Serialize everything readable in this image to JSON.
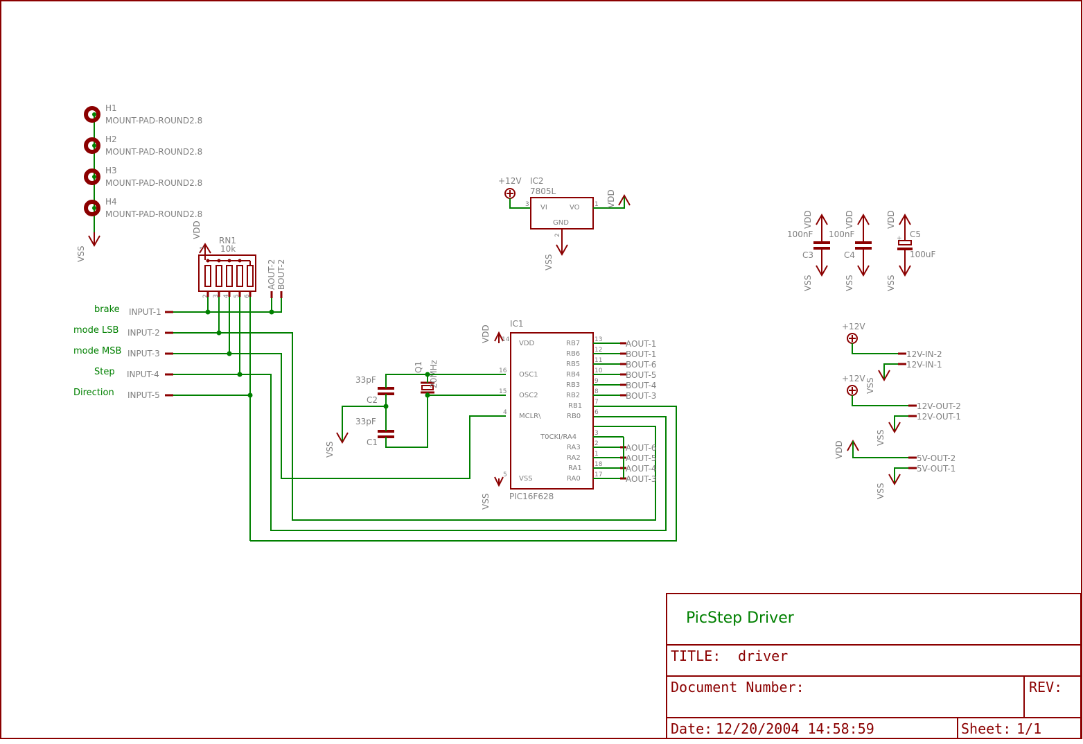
{
  "title_block": {
    "project": "PicStep Driver",
    "title_label": "TITLE:",
    "title_value": "driver",
    "doc_label": "Document Number:",
    "rev_label": "REV:",
    "date_label": "Date:",
    "date_value": "12/20/2004 14:58:59",
    "sheet_label": "Sheet:",
    "sheet_value": "1/1"
  },
  "mount_pads": [
    {
      "ref": "H1",
      "value": "MOUNT-PAD-ROUND2.8"
    },
    {
      "ref": "H2",
      "value": "MOUNT-PAD-ROUND2.8"
    },
    {
      "ref": "H3",
      "value": "MOUNT-PAD-ROUND2.8"
    },
    {
      "ref": "H4",
      "value": "MOUNT-PAD-ROUND2.8"
    }
  ],
  "supplies": {
    "vdd": "VDD",
    "vss": "VSS",
    "v12": "+12V"
  },
  "rn1": {
    "ref": "RN1",
    "value": "10k",
    "pins": [
      "1",
      "2",
      "3",
      "4",
      "5",
      "6"
    ],
    "aout2": "AOUT-2",
    "bout2": "BOUT-2"
  },
  "inputs": [
    {
      "name": "INPUT-1",
      "net": "brake"
    },
    {
      "name": "INPUT-2",
      "net": "mode LSB"
    },
    {
      "name": "INPUT-3",
      "net": "mode MSB"
    },
    {
      "name": "INPUT-4",
      "net": "Step"
    },
    {
      "name": "INPUT-5",
      "net": "Direction"
    }
  ],
  "ic2": {
    "ref": "IC2",
    "value": "7805L",
    "vi": "VI",
    "vo": "VO",
    "gnd": "GND",
    "pin_vi": "3",
    "pin_vo": "1",
    "pin_gnd": "2"
  },
  "caps": [
    {
      "ref": "C3",
      "value": "100nF"
    },
    {
      "ref": "C4",
      "value": "100nF"
    },
    {
      "ref": "C5",
      "value": "100uF"
    }
  ],
  "osc": {
    "c2": {
      "ref": "C2",
      "value": "33pF"
    },
    "c1": {
      "ref": "C1",
      "value": "33pF"
    },
    "q1": {
      "ref": "Q1",
      "value": "20MHz"
    }
  },
  "ic1": {
    "ref": "IC1",
    "value": "PIC16F628",
    "left_pins": [
      {
        "name": "VDD",
        "no": "14"
      },
      {
        "name": "OSC1",
        "no": "16"
      },
      {
        "name": "OSC2",
        "no": "15"
      },
      {
        "name": "MCLR\\",
        "no": "4"
      },
      {
        "name": "VSS",
        "no": "5"
      }
    ],
    "right_pins": [
      {
        "name": "RB7",
        "no": "13",
        "net": "AOUT-1"
      },
      {
        "name": "RB6",
        "no": "12",
        "net": "BOUT-1"
      },
      {
        "name": "RB5",
        "no": "11",
        "net": "BOUT-6"
      },
      {
        "name": "RB4",
        "no": "10",
        "net": "BOUT-5"
      },
      {
        "name": "RB3",
        "no": "9",
        "net": "BOUT-4"
      },
      {
        "name": "RB2",
        "no": "8",
        "net": "BOUT-3"
      },
      {
        "name": "RB1",
        "no": "7",
        "net": ""
      },
      {
        "name": "RB0",
        "no": "6",
        "net": ""
      },
      {
        "name": "T0CKI/RA4",
        "no": "3",
        "net": ""
      },
      {
        "name": "RA3",
        "no": "2",
        "net": "AOUT-6"
      },
      {
        "name": "RA2",
        "no": "1",
        "net": "AOUT-5"
      },
      {
        "name": "RA1",
        "no": "18",
        "net": "AOUT-4"
      },
      {
        "name": "RA0",
        "no": "17",
        "net": "AOUT-3"
      }
    ]
  },
  "power_connectors": [
    {
      "name": "12V-IN-2"
    },
    {
      "name": "12V-IN-1"
    },
    {
      "name": "12V-OUT-2"
    },
    {
      "name": "12V-OUT-1"
    },
    {
      "name": "5V-OUT-2"
    },
    {
      "name": "5V-OUT-1"
    }
  ]
}
